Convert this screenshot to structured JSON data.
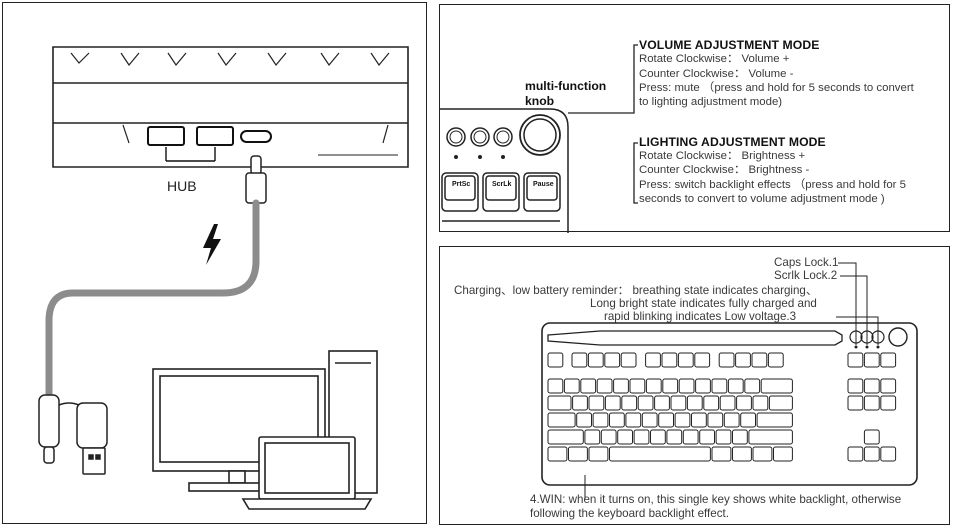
{
  "left_panel": {
    "hub_label": "HUB"
  },
  "top_right_panel": {
    "knob_label_line1": "multi-function",
    "knob_label_line2": "knob",
    "volume": {
      "title": "VOLUME ADJUSTMENT MODE",
      "lines": [
        "Rotate Clockwise： Volume +",
        "Counter Clockwise： Volume -",
        "Press: mute （press and hold for 5 seconds to convert",
        "to lighting adjustment mode)"
      ]
    },
    "lighting": {
      "title": "LIGHTING ADJUSTMENT MODE",
      "lines": [
        "Rotate Clockwise： Brightness +",
        "Counter Clockwise： Brightness -",
        "Press: switch backlight effects （press and hold for 5",
        "seconds to convert to volume adjustment mode )"
      ]
    },
    "key_labels": [
      "PrtSc",
      "ScrLk",
      "Pause"
    ]
  },
  "bottom_right_panel": {
    "annotations": {
      "caps_lock": "Caps Lock.1",
      "scrlk_lock": "Scrlk Lock.2",
      "charging_line1": "Charging、low battery reminder： breathing state indicates charging、",
      "charging_line2": "Long bright state indicates fully charged and",
      "charging_line3": "rapid blinking indicates Low voltage.3",
      "win_line1": "4.WIN: when it turns on, this single key shows white backlight, otherwise",
      "win_line2": "following the keyboard backlight effect."
    }
  },
  "colors": {
    "line": "#222222",
    "cable": "#8c8c8c",
    "text": "#3a3a3a"
  }
}
